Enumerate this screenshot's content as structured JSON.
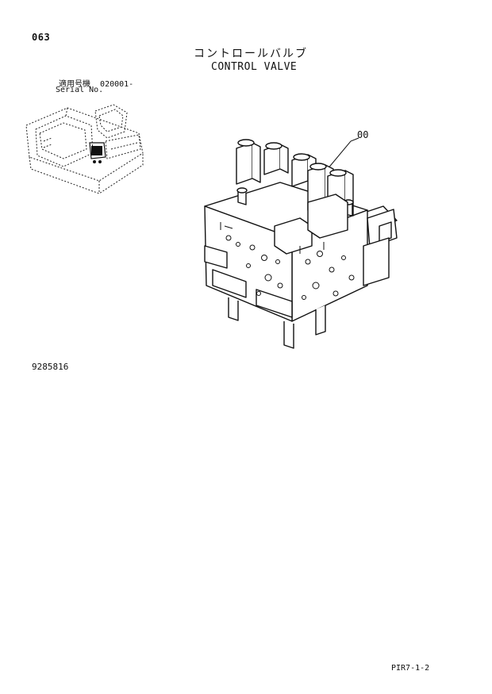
{
  "header": {
    "page_number": "063",
    "title_jp": "コントロールバルブ",
    "title_en": "CONTROL VALVE"
  },
  "serial": {
    "label_jp": "適用号機",
    "value": "020001-",
    "label_en": "Serial No."
  },
  "callout": {
    "label": "00"
  },
  "footer": {
    "part_number": "9285816",
    "page_code": "PIR7-1-2"
  }
}
